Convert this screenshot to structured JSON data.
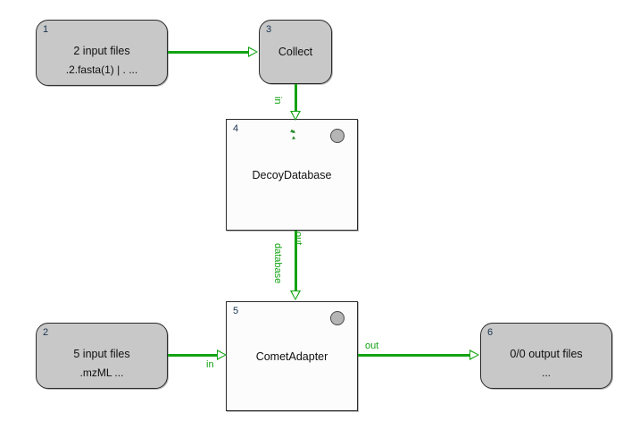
{
  "diagram": {
    "type": "workflow-graph",
    "background_color": "#ffffff",
    "edge_color": "#13a313",
    "io_node_color": "#c8c8c8",
    "tool_node_color": "#fcfcfc",
    "nodes": [
      {
        "index": "1",
        "kind": "input",
        "title": "2 input files",
        "subtitle": ".2.fasta(1) | . ..."
      },
      {
        "index": "3",
        "kind": "merger",
        "title": "Collect",
        "subtitle": ""
      },
      {
        "index": "4",
        "kind": "tool",
        "title": "DecoyDatabase",
        "icons": [
          "recycle-icon",
          "status-dot"
        ]
      },
      {
        "index": "2",
        "kind": "input",
        "title": "5 input files",
        "subtitle": ".mzML ..."
      },
      {
        "index": "5",
        "kind": "tool",
        "title": "CometAdapter",
        "icons": [
          "status-dot"
        ]
      },
      {
        "index": "6",
        "kind": "output",
        "title": "0/0 output files",
        "subtitle": "..."
      }
    ],
    "edges": [
      {
        "from": "1",
        "to": "3",
        "label": ""
      },
      {
        "from": "3",
        "to": "4",
        "label": "in"
      },
      {
        "from": "4",
        "to": "5",
        "source_port": "out",
        "target_port": "database"
      },
      {
        "from": "2",
        "to": "5",
        "label": "in"
      },
      {
        "from": "5",
        "to": "6",
        "label": "out"
      }
    ]
  }
}
